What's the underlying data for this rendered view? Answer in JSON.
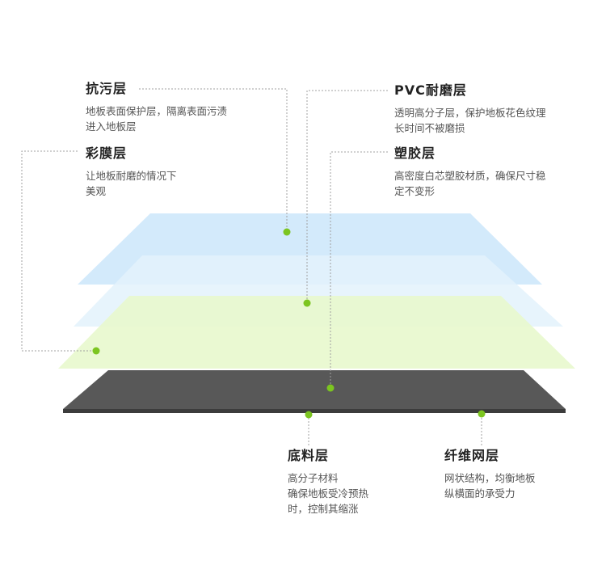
{
  "layers": [
    {
      "id": "anti-stain",
      "title": "抗污层",
      "desc": [
        "地板表面保护层，隔离表面污渍",
        "进入地板层"
      ]
    },
    {
      "id": "pvc",
      "title": "PVC耐磨层",
      "desc": [
        "透明高分子层，保护地板花色纹理",
        "长时间不被磨损"
      ]
    },
    {
      "id": "color-film",
      "title": "彩膜层",
      "desc": [
        "让地板耐磨的情况下",
        "美观"
      ]
    },
    {
      "id": "plastic",
      "title": "塑胶层",
      "desc": [
        "高密度白芯塑胶材质，确保尺寸稳",
        "定不变形"
      ]
    },
    {
      "id": "base",
      "title": "底料层",
      "desc": [
        "高分子材料",
        "确保地板受冷预热",
        "时，控制其缩涨"
      ]
    },
    {
      "id": "fiber",
      "title": "纤维网层",
      "desc": [
        "网状结构，均衡地板",
        "纵横面的承受力"
      ]
    }
  ],
  "colors": {
    "dot": "#7cc520",
    "leader": "#9a9a9a",
    "layer_blue_top": "#c9e4f9",
    "layer_blue_mid": "#e2f1fb",
    "layer_green": "#e6f7c8",
    "layer_base": "#555555"
  }
}
